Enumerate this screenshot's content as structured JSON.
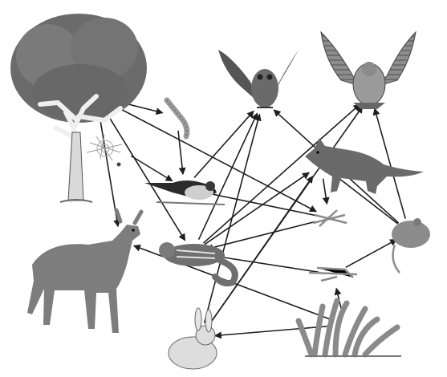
{
  "diagram": {
    "type": "food-web",
    "organisms": [
      {
        "id": "tree",
        "icon": "tree-icon"
      },
      {
        "id": "caterpillar",
        "icon": "caterpillar-icon"
      },
      {
        "id": "spider-web",
        "icon": "spider-web-icon"
      },
      {
        "id": "owl",
        "icon": "owl-icon"
      },
      {
        "id": "hawk",
        "icon": "hawk-icon"
      },
      {
        "id": "songbird",
        "icon": "songbird-icon"
      },
      {
        "id": "fox",
        "icon": "fox-icon"
      },
      {
        "id": "insects",
        "icon": "insects-icon"
      },
      {
        "id": "deer",
        "icon": "deer-icon"
      },
      {
        "id": "chipmunk",
        "icon": "chipmunk-icon"
      },
      {
        "id": "mouse",
        "icon": "mouse-icon"
      },
      {
        "id": "grasshopper",
        "icon": "grasshopper-icon"
      },
      {
        "id": "grass",
        "icon": "grass-icon"
      },
      {
        "id": "rabbit",
        "icon": "rabbit-icon"
      }
    ],
    "links": [
      {
        "from": "tree",
        "to": "caterpillar"
      },
      {
        "from": "caterpillar",
        "to": "songbird"
      },
      {
        "from": "spider-web",
        "to": "songbird"
      },
      {
        "from": "tree",
        "to": "deer"
      },
      {
        "from": "tree",
        "to": "chipmunk"
      },
      {
        "from": "tree",
        "to": "insects"
      },
      {
        "from": "songbird",
        "to": "owl"
      },
      {
        "from": "chipmunk",
        "to": "owl"
      },
      {
        "from": "chipmunk",
        "to": "hawk"
      },
      {
        "from": "chipmunk",
        "to": "fox"
      },
      {
        "from": "rabbit",
        "to": "owl"
      },
      {
        "from": "rabbit",
        "to": "hawk"
      },
      {
        "from": "rabbit",
        "to": "fox"
      },
      {
        "from": "mouse",
        "to": "hawk"
      },
      {
        "from": "mouse",
        "to": "owl"
      },
      {
        "from": "mouse",
        "to": "fox"
      },
      {
        "from": "insects",
        "to": "songbird"
      },
      {
        "from": "insects",
        "to": "chipmunk"
      },
      {
        "from": "grass",
        "to": "rabbit"
      },
      {
        "from": "grass",
        "to": "grasshopper"
      },
      {
        "from": "grass",
        "to": "deer"
      },
      {
        "from": "grasshopper",
        "to": "mouse"
      },
      {
        "from": "grasshopper",
        "to": "chipmunk"
      },
      {
        "from": "fox",
        "to": "insects"
      }
    ]
  }
}
